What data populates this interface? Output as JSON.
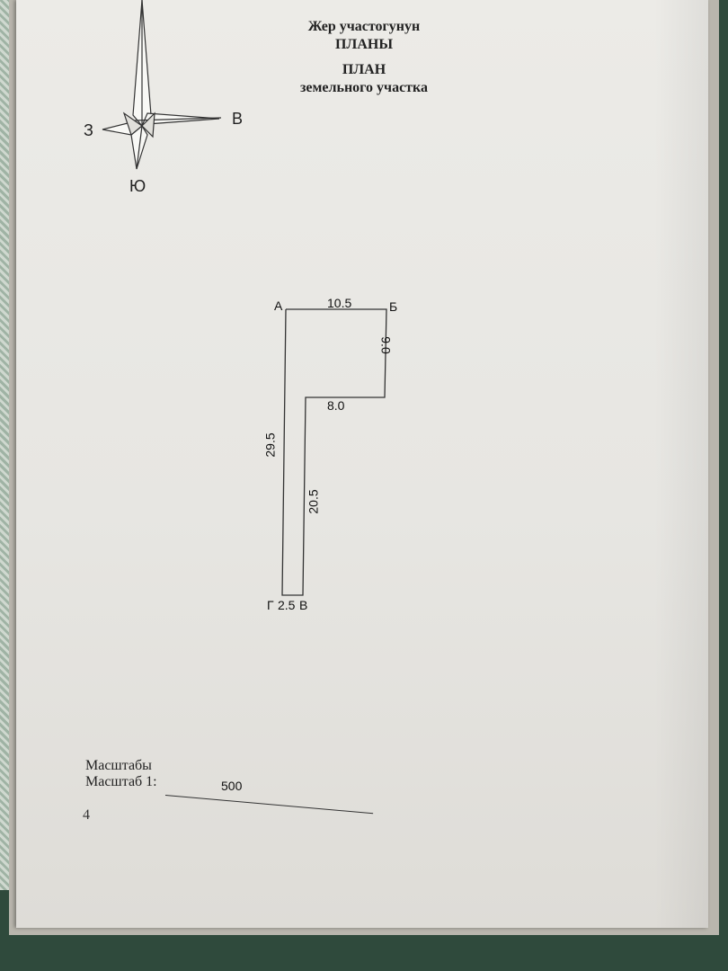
{
  "title": {
    "line1": "Жер участогунун",
    "line2": "ПЛАНЫ",
    "line3": "ПЛАН",
    "line4": "земельного участка"
  },
  "compass": {
    "west": "З",
    "east": "В",
    "south": "Ю",
    "icon": "compass-rose-icon"
  },
  "plan": {
    "points": {
      "a": "А",
      "b": "Б",
      "g": "Г",
      "v": "В"
    },
    "dims": {
      "top": "10.5",
      "right_upper": "9.0",
      "inner_horizontal": "8.0",
      "left": "29.5",
      "inner_vertical": "20.5",
      "bottom": "2.5"
    }
  },
  "scale": {
    "label_ky": "Масштабы",
    "label_ru": "Масштаб 1:",
    "value": "500"
  },
  "page_number": "4"
}
